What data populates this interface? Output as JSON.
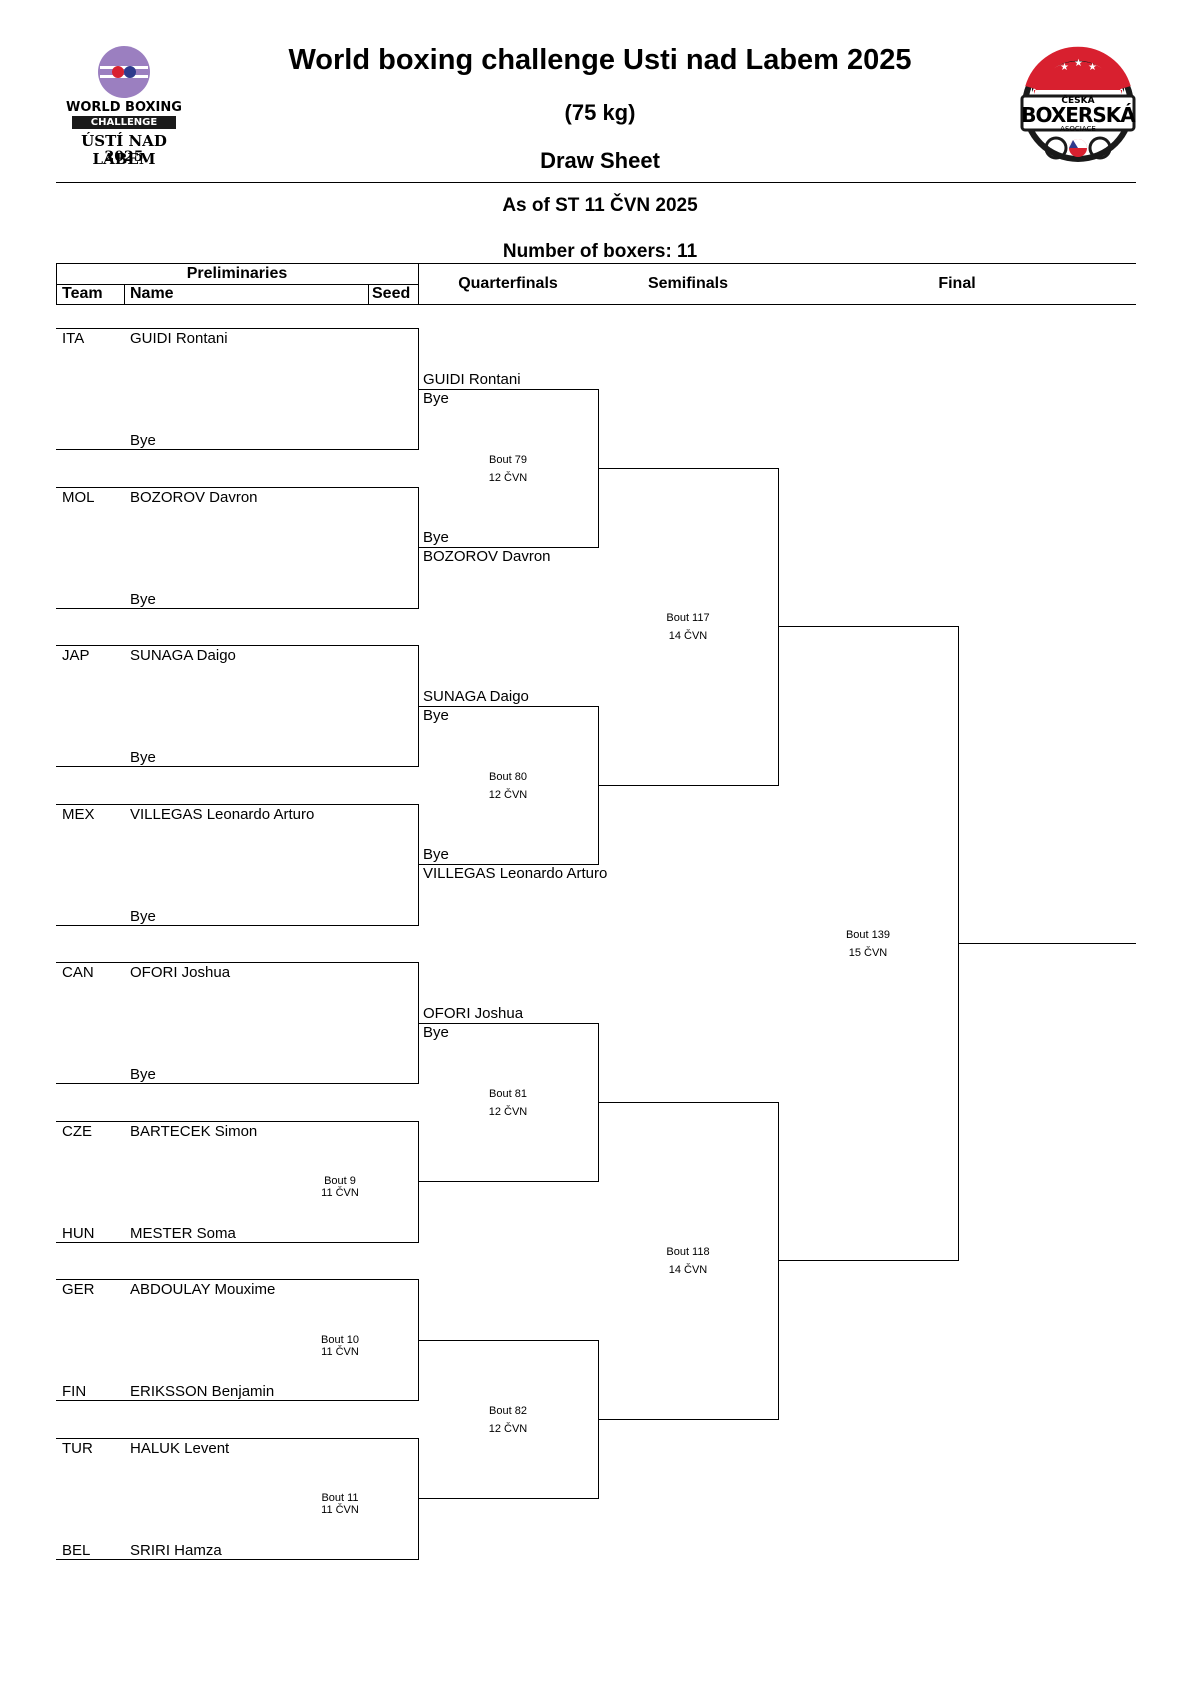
{
  "header": {
    "title": "World boxing challenge Usti nad Labem 2025",
    "weight": "(75 kg)",
    "subtitle": "Draw Sheet",
    "as_of": "As of ST 11 ČVN 2025",
    "count": "Number of boxers: 11"
  },
  "logos": {
    "left": {
      "line1": "WORLD BOXING",
      "line2": "CHALLENGE",
      "line3": "ÚSTÍ NAD LABEM",
      "line4": "2025"
    },
    "right": {
      "line1": "ČESKÁ",
      "line2": "BOXERSKÁ",
      "line3": "ASOCIACE"
    }
  },
  "columns": {
    "preliminaries": "Preliminaries",
    "team": "Team",
    "name": "Name",
    "seed": "Seed",
    "quarterfinals": "Quarterfinals",
    "semifinals": "Semifinals",
    "final": "Final"
  },
  "entrants": [
    {
      "team": "ITA",
      "name": "GUIDI Rontani"
    },
    {
      "team": "",
      "name": "Bye"
    },
    {
      "team": "MOL",
      "name": "BOZOROV Davron"
    },
    {
      "team": "",
      "name": "Bye"
    },
    {
      "team": "JAP",
      "name": "SUNAGA Daigo"
    },
    {
      "team": "",
      "name": "Bye"
    },
    {
      "team": "MEX",
      "name": "VILLEGAS Leonardo Arturo"
    },
    {
      "team": "",
      "name": "Bye"
    },
    {
      "team": "CAN",
      "name": "OFORI Joshua"
    },
    {
      "team": "",
      "name": "Bye"
    },
    {
      "team": "CZE",
      "name": "BARTECEK Simon"
    },
    {
      "team": "HUN",
      "name": "MESTER Soma"
    },
    {
      "team": "GER",
      "name": "ABDOULAY Mouxime"
    },
    {
      "team": "FIN",
      "name": "ERIKSSON Benjamin"
    },
    {
      "team": "TUR",
      "name": "HALUK Levent"
    },
    {
      "team": "BEL",
      "name": "SRIRI Hamza"
    }
  ],
  "prelim_bouts": [
    {
      "bout": "Bout 9",
      "date": "11 ČVN"
    },
    {
      "bout": "Bout 10",
      "date": "11 ČVN"
    },
    {
      "bout": "Bout 11",
      "date": "11 ČVN"
    }
  ],
  "quarter_names": [
    "GUIDI Rontani",
    "Bye",
    "Bye",
    "BOZOROV Davron",
    "SUNAGA Daigo",
    "Bye",
    "Bye",
    "VILLEGAS Leonardo Arturo",
    "OFORI Joshua",
    "Bye"
  ],
  "quarter_bouts": [
    {
      "bout": "Bout 79",
      "date": "12 ČVN"
    },
    {
      "bout": "Bout 80",
      "date": "12 ČVN"
    },
    {
      "bout": "Bout 81",
      "date": "12 ČVN"
    },
    {
      "bout": "Bout 82",
      "date": "12 ČVN"
    }
  ],
  "semi_bouts": [
    {
      "bout": "Bout 117",
      "date": "14 ČVN"
    },
    {
      "bout": "Bout 118",
      "date": "14 ČVN"
    }
  ],
  "final_bout": {
    "bout": "Bout 139",
    "date": "15 ČVN"
  },
  "colors": {
    "logo_purple": "#9b7fc0",
    "logo_red": "#d8202f",
    "logo_dark": "#1a1a1a"
  }
}
